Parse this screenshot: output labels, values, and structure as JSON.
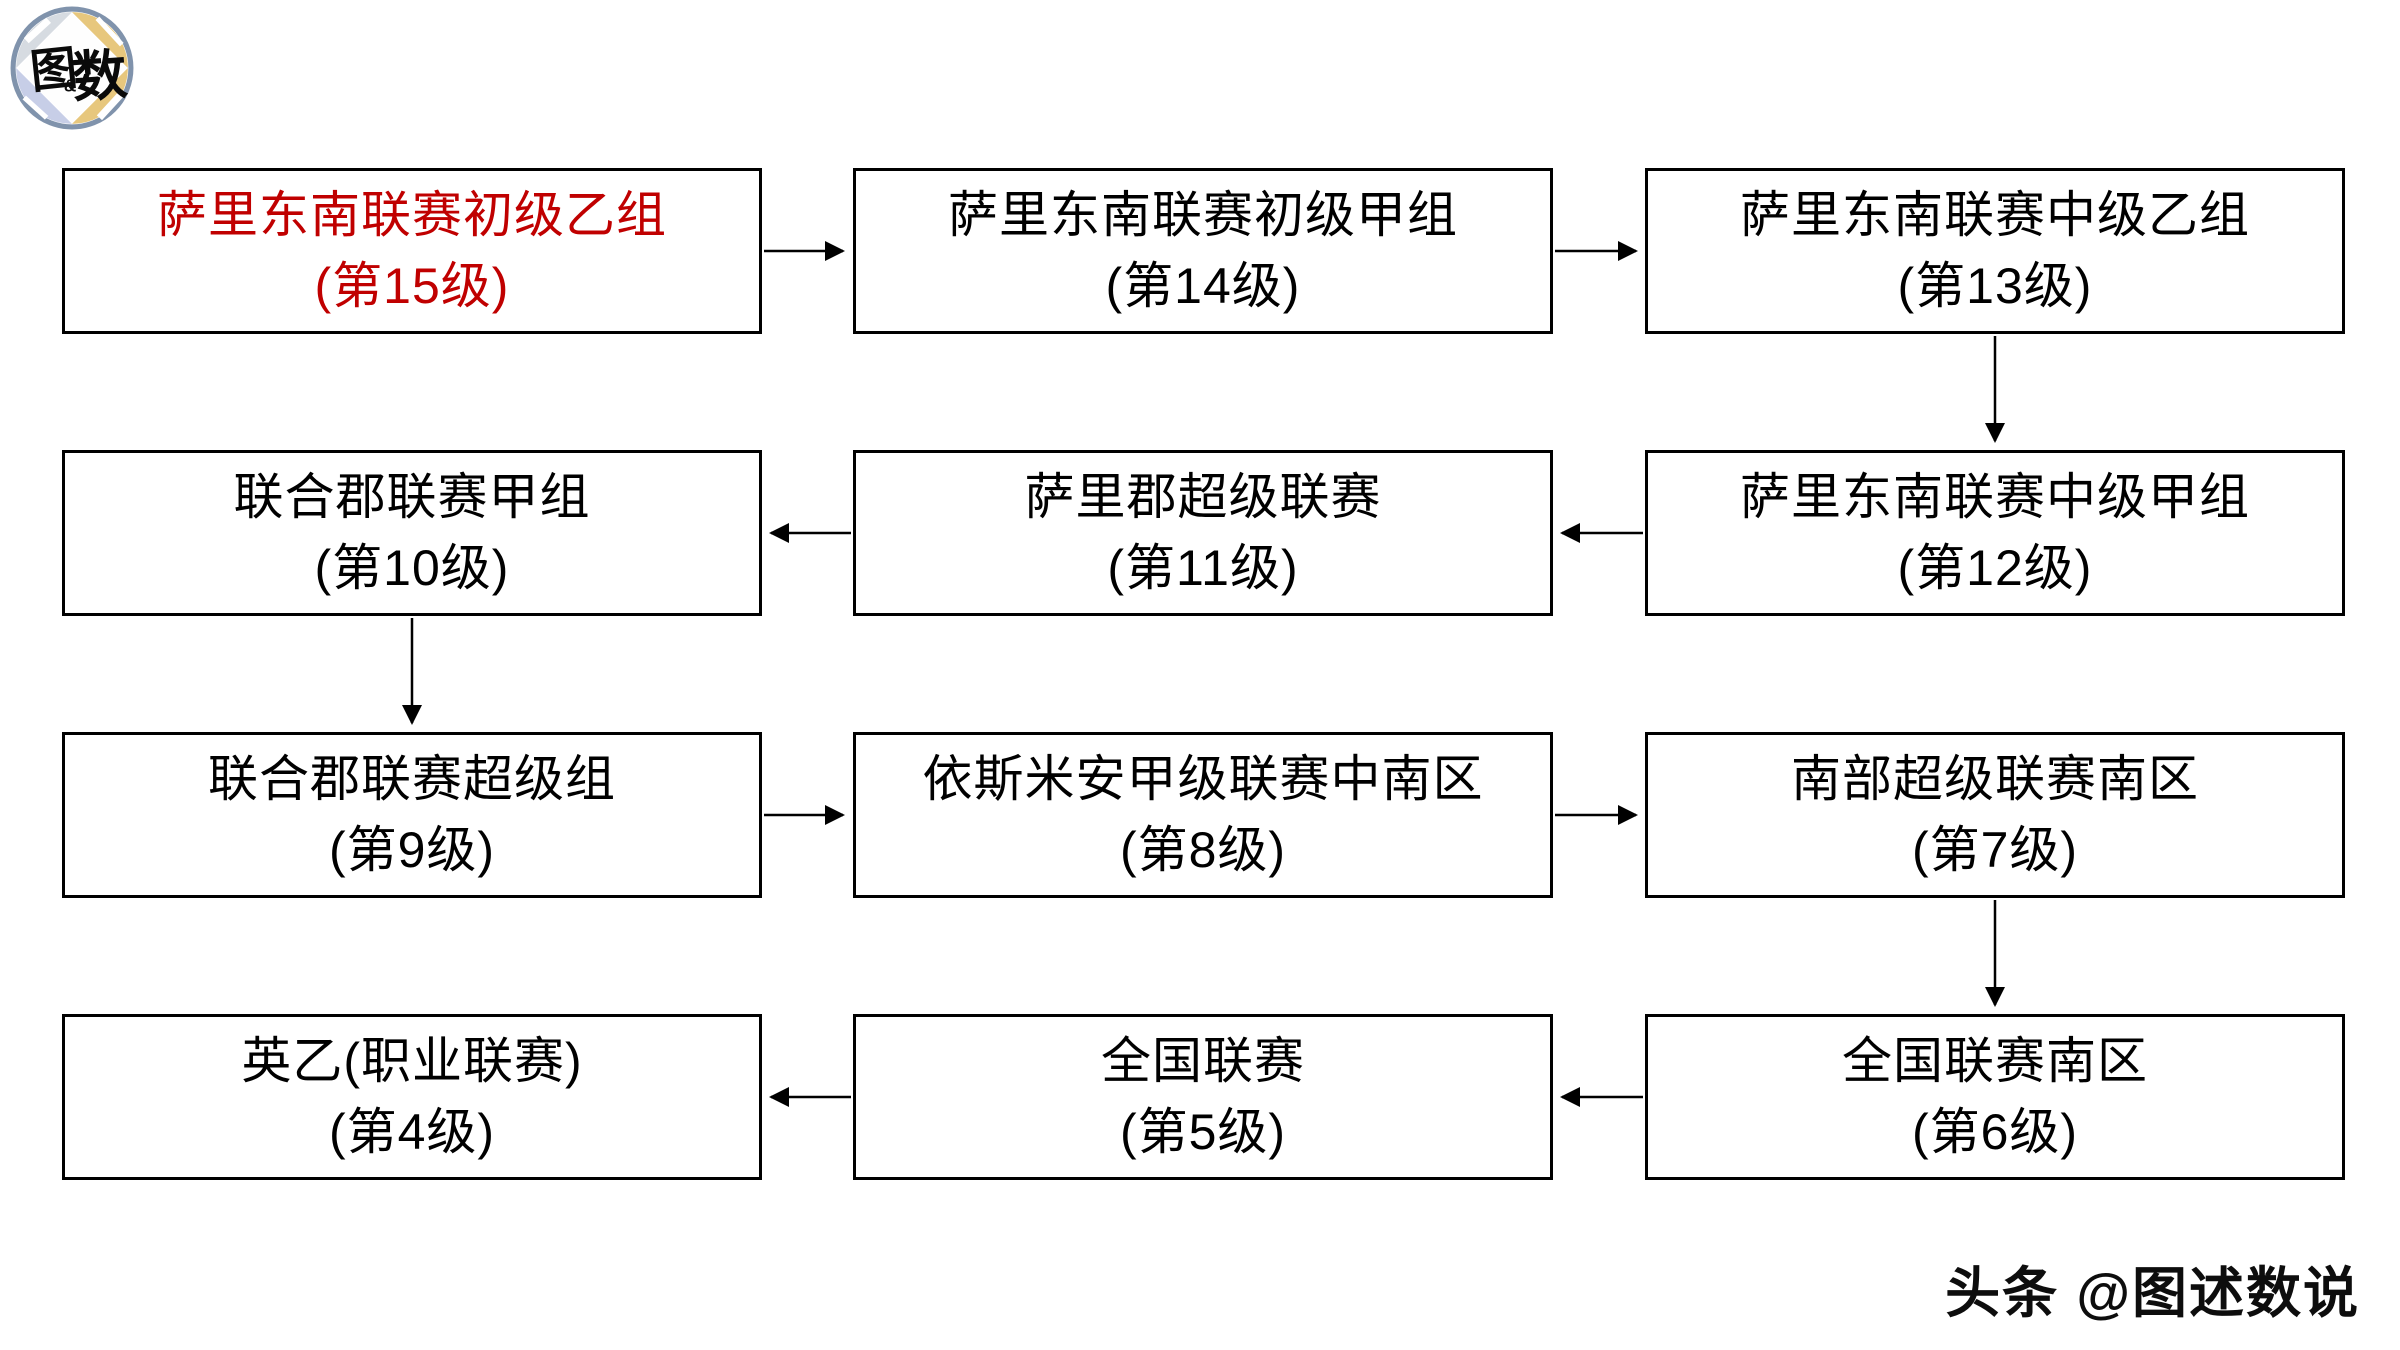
{
  "logo": {
    "char_left": "图",
    "ampersand": "&",
    "char_right": "数"
  },
  "watermark": "头条 @图述数说",
  "colors": {
    "highlight": "#C00000",
    "line": "#000000",
    "logo-ring": "#8093AC",
    "logo-gold": "#E7C77D",
    "logo-lavender": "#C7CEE7",
    "logo-silver": "#D6DBE1"
  },
  "nodes": [
    {
      "name": "萨里东南联赛初级乙组",
      "level": "(第15级)",
      "highlighted": true
    },
    {
      "name": "萨里东南联赛初级甲组",
      "level": "(第14级)",
      "highlighted": false
    },
    {
      "name": "萨里东南联赛中级乙组",
      "level": "(第13级)",
      "highlighted": false
    },
    {
      "name": "萨里东南联赛中级甲组",
      "level": "(第12级)",
      "highlighted": false
    },
    {
      "name": "萨里郡超级联赛",
      "level": "(第11级)",
      "highlighted": false
    },
    {
      "name": "联合郡联赛甲组",
      "level": "(第10级)",
      "highlighted": false
    },
    {
      "name": "联合郡联赛超级组",
      "level": "(第9级)",
      "highlighted": false
    },
    {
      "name": "依斯米安甲级联赛中南区",
      "level": "(第8级)",
      "highlighted": false
    },
    {
      "name": "南部超级联赛南区",
      "level": "(第7级)",
      "highlighted": false
    },
    {
      "name": "全国联赛南区",
      "level": "(第6级)",
      "highlighted": false
    },
    {
      "name": "全国联赛",
      "level": "(第5级)",
      "highlighted": false
    },
    {
      "name": "英乙(职业联赛)",
      "level": "(第4级)",
      "highlighted": false
    }
  ]
}
